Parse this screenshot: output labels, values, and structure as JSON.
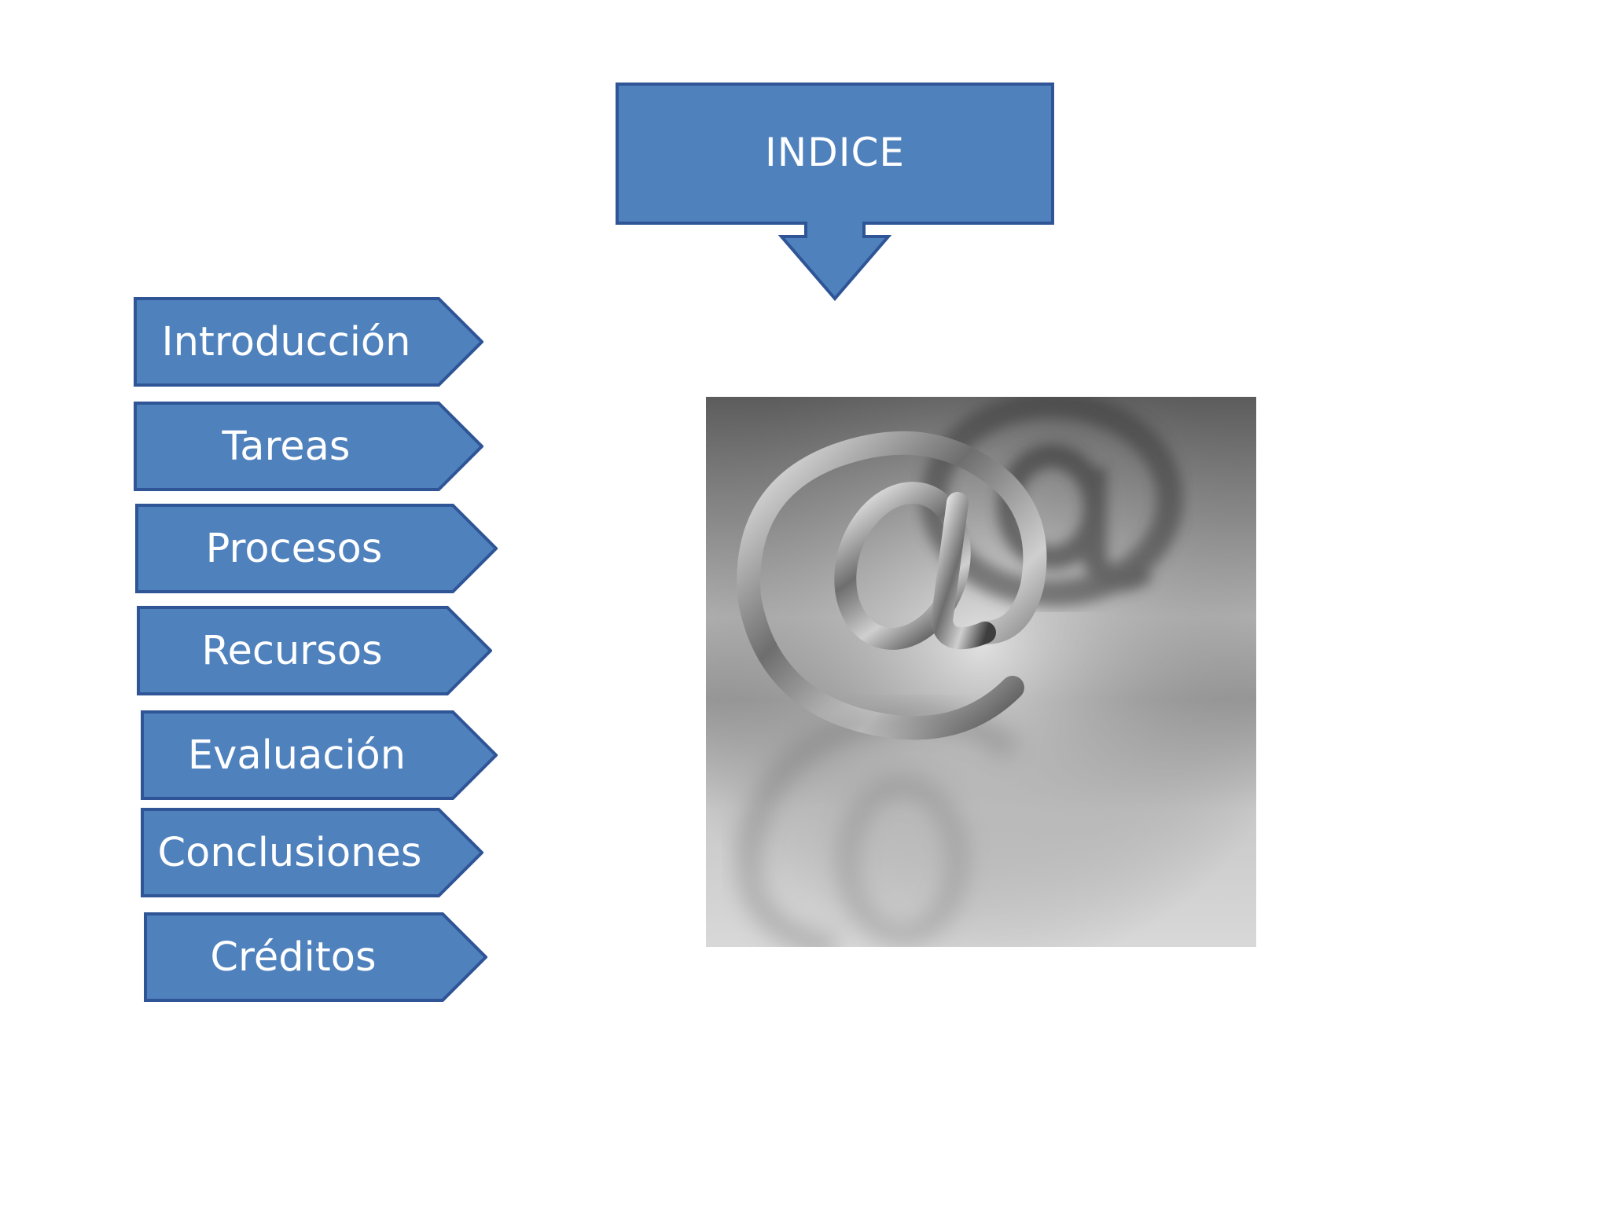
{
  "slide": {
    "title": "INDICE",
    "accent_color": "#4f81bd",
    "border_color": "#2f5597",
    "nav_items": [
      {
        "label": "Introducción"
      },
      {
        "label": "Tareas"
      },
      {
        "label": "Procesos"
      },
      {
        "label": "Recursos"
      },
      {
        "label": "Evaluación"
      },
      {
        "label": "Conclusiones"
      },
      {
        "label": "Créditos"
      }
    ],
    "image": {
      "icon": "at-sign-icon"
    }
  }
}
